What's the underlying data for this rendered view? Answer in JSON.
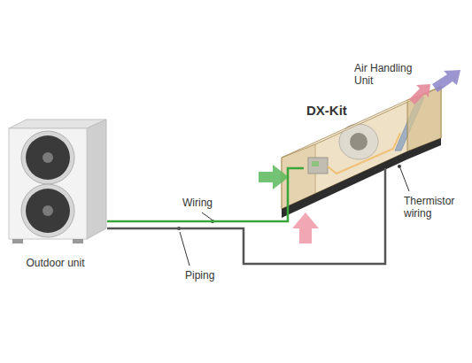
{
  "diagram": {
    "nodes": [
      {
        "text": [
          "Outdoor unit"
        ]
      },
      {
        "text": [
          "Air Handling Unit"
        ]
      },
      {
        "text": [
          "DX-Kit"
        ],
        "in": 1
      }
    ],
    "edges": [
      {
        "from": 0,
        "to": 2,
        "arrow": "none",
        "label": "Wiring"
      },
      {
        "from": 0,
        "to": 1,
        "arrow": "none",
        "label": "Piping"
      }
    ],
    "labels": [
      "Thermistor wiring"
    ]
  }
}
